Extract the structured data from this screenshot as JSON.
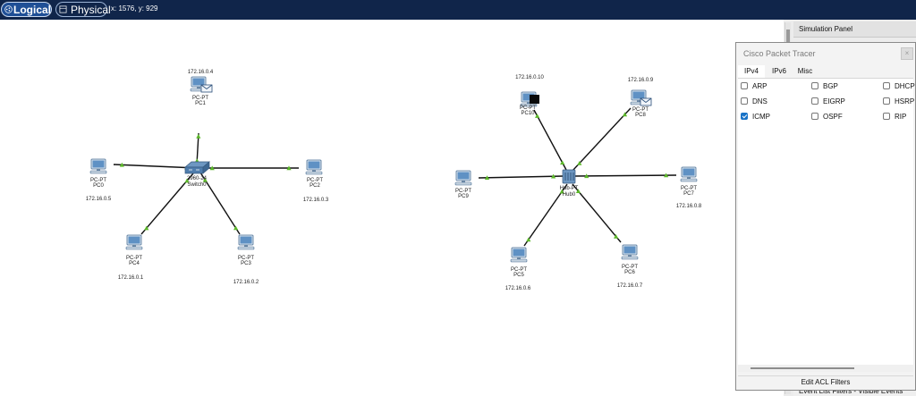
{
  "toolbar": {
    "logical_label": "Logical",
    "physical_label": "Physical",
    "coords": "x: 1576, y: 929"
  },
  "topology": {
    "switch": {
      "model": "2960-24",
      "name": "Switch0"
    },
    "hub": {
      "model": "Hub-PT",
      "name": "Hub0"
    },
    "devices": [
      {
        "id": "pc0",
        "type": "PC-PT",
        "name": "PC0",
        "ip": "172.16.0.5"
      },
      {
        "id": "pc1",
        "type": "PC-PT",
        "name": "PC1",
        "ip": "172.16.0.4"
      },
      {
        "id": "pc2",
        "type": "PC-PT",
        "name": "PC2",
        "ip": "172.16.0.3"
      },
      {
        "id": "pc3",
        "type": "PC-PT",
        "name": "PC3",
        "ip": "172.16.0.2"
      },
      {
        "id": "pc4",
        "type": "PC-PT",
        "name": "PC4",
        "ip": "172.16.0.1"
      },
      {
        "id": "pc5",
        "type": "PC-PT",
        "name": "PC5",
        "ip": "172.16.0.6"
      },
      {
        "id": "pc6",
        "type": "PC-PT",
        "name": "PC6",
        "ip": "172.16.0.7"
      },
      {
        "id": "pc7",
        "type": "PC-PT",
        "name": "PC7",
        "ip": "172.16.0.8"
      },
      {
        "id": "pc8",
        "type": "PC-PT",
        "name": "PC8",
        "ip": "172.16.0.9"
      },
      {
        "id": "pc9",
        "type": "PC-PT",
        "name": "PC9",
        "ip": ""
      },
      {
        "id": "pc10",
        "type": "PC-PT",
        "name": "PC10",
        "ip": "172.16.0.10"
      }
    ]
  },
  "simulation": {
    "panel_title": "Simulation Panel",
    "event_filters": "Event List Filters - Visible Events"
  },
  "dialog": {
    "title": "Cisco Packet Tracer",
    "close_glyph": "×",
    "tabs": [
      "IPv4",
      "IPv6",
      "Misc"
    ],
    "protocols": [
      {
        "label": "ARP",
        "checked": false
      },
      {
        "label": "BGP",
        "checked": false
      },
      {
        "label": "DHCP",
        "checked": false
      },
      {
        "label": "DNS",
        "checked": false
      },
      {
        "label": "EIGRP",
        "checked": false
      },
      {
        "label": "HSRP",
        "checked": false
      },
      {
        "label": "ICMP",
        "checked": true
      },
      {
        "label": "OSPF",
        "checked": false
      },
      {
        "label": "RIP",
        "checked": false
      }
    ],
    "edit_acl_label": "Edit ACL Filters"
  },
  "colors": {
    "toolbar_bg": "#10254a",
    "link_line": "#111111",
    "link_up": "#5cb82a",
    "checkbox_checked": "#1a73c7"
  }
}
